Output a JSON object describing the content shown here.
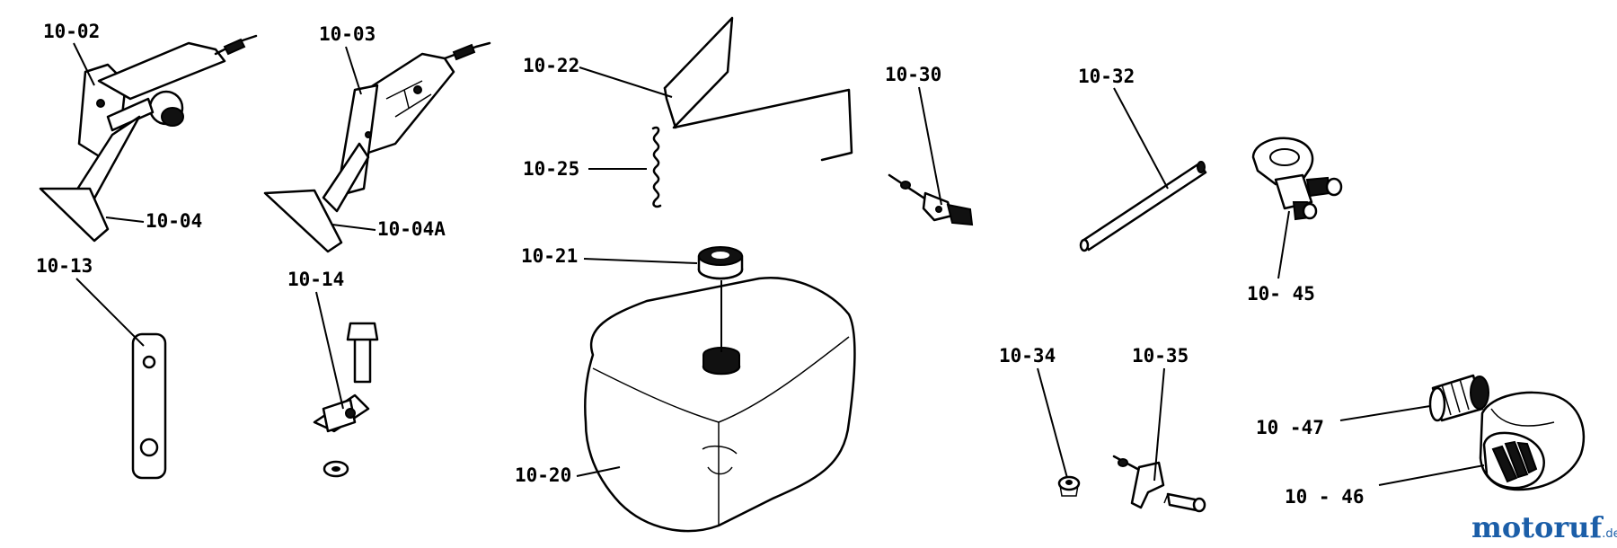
{
  "labels": {
    "p10_02": "10-02",
    "p10_03": "10-03",
    "p10_04": "10-04",
    "p10_04A": "10-04A",
    "p10_13": "10-13",
    "p10_14": "10-14",
    "p10_20": "10-20",
    "p10_21": "10-21",
    "p10_22": "10-22",
    "p10_25": "10-25",
    "p10_30": "10-30",
    "p10_32": "10-32",
    "p10_34": "10-34",
    "p10_35": "10-35",
    "p10_45": "10- 45",
    "p10_46": "10 - 46",
    "p10_47": "10 -47"
  },
  "watermark": {
    "brand_a": "motor",
    "brand_b": "uf",
    "suffix": ".de"
  }
}
